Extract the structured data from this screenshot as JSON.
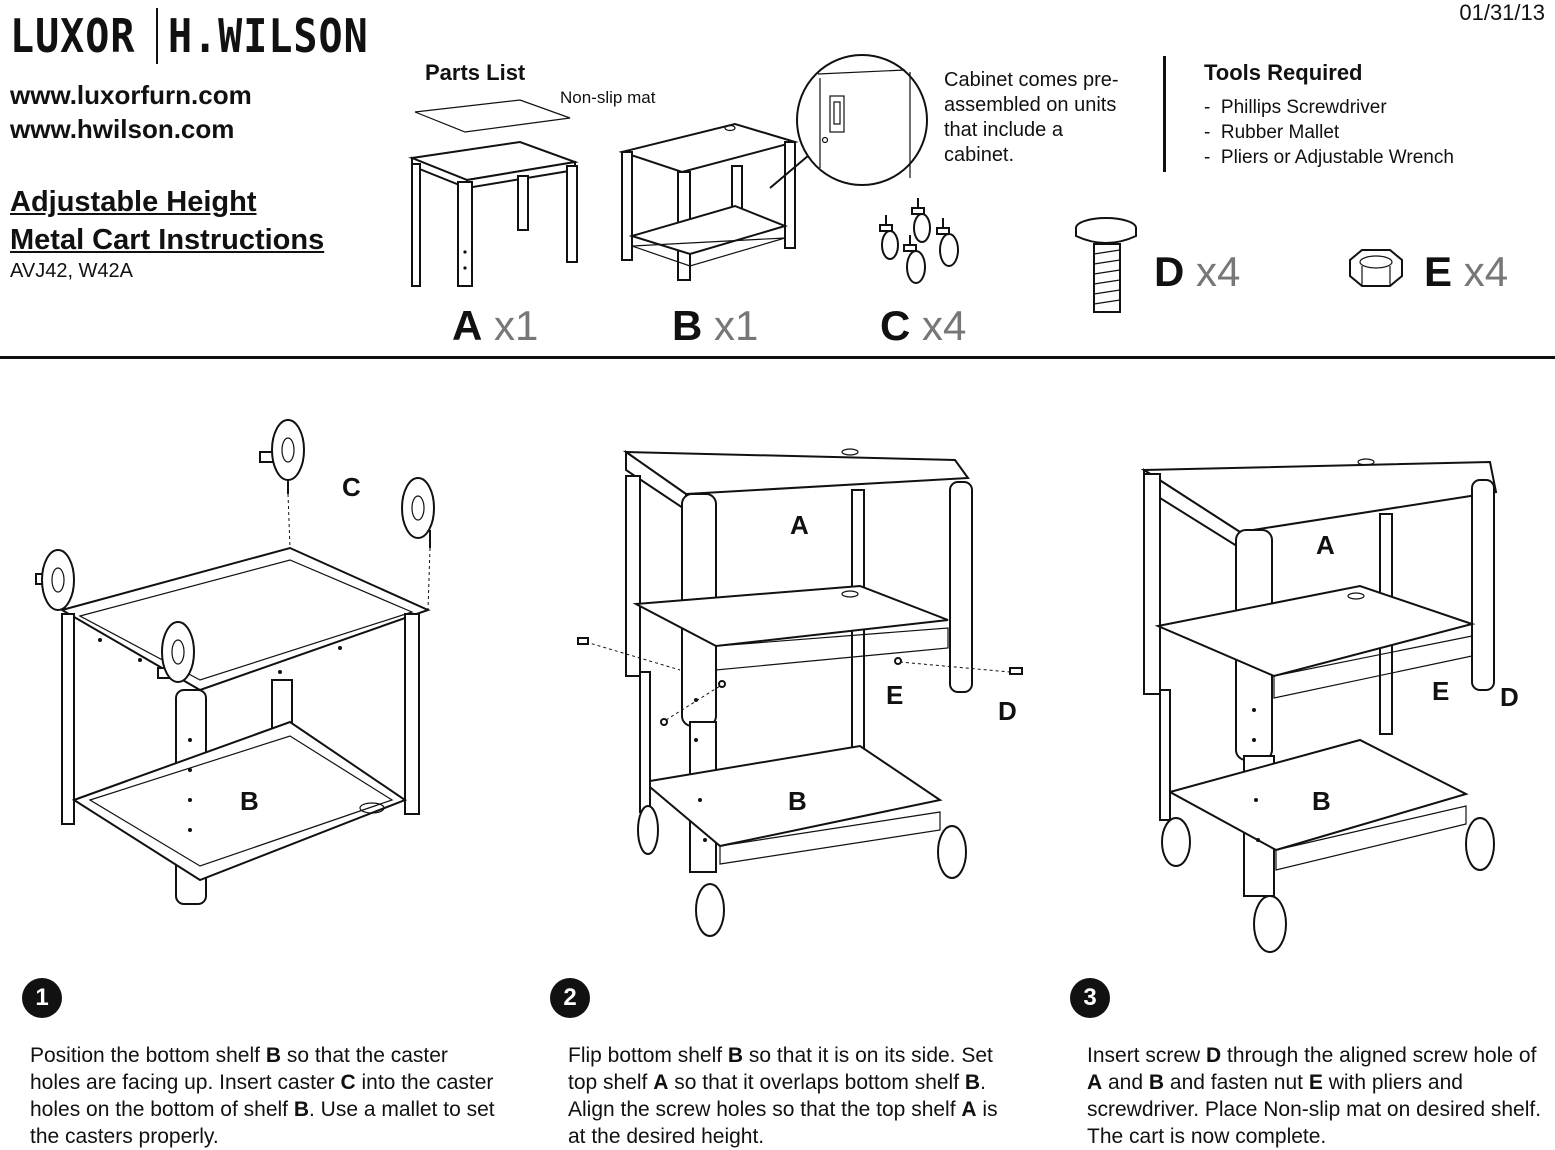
{
  "header": {
    "brand_left": "LUXOR",
    "brand_right": "H.WILSON",
    "website_1": "www.luxorfurn.com",
    "website_2": "www.hwilson.com",
    "title_line_1": "Adjustable Height",
    "title_line_2": "Metal Cart Instructions",
    "models": "AVJ42, W42A",
    "date": "01/31/13"
  },
  "parts": {
    "heading": "Parts List",
    "mat_label": "Non-slip mat",
    "cabinet_note": "Cabinet comes pre-assembled on units that include a cabinet.",
    "items": [
      {
        "letter": "A",
        "qty": "x1"
      },
      {
        "letter": "B",
        "qty": "x1"
      },
      {
        "letter": "C",
        "qty": "x4"
      },
      {
        "letter": "D",
        "qty": "x4"
      },
      {
        "letter": "E",
        "qty": "x4"
      }
    ]
  },
  "tools": {
    "heading": "Tools Required",
    "items": [
      "Phillips Screwdriver",
      "Rubber Mallet",
      "Pliers or Adjustable Wrench"
    ]
  },
  "diagram_labels": {
    "step1": {
      "c": "C",
      "b": "B"
    },
    "step2": {
      "a": "A",
      "e": "E",
      "d": "D",
      "b": "B"
    },
    "step3": {
      "a": "A",
      "e": "E",
      "d": "D",
      "b": "B"
    }
  },
  "steps": [
    {
      "number": "1",
      "parts": [
        "Position the bottom shelf ",
        "B",
        " so that the caster holes are facing up. Insert caster ",
        "C",
        " into the caster holes on the bottom of shelf ",
        "B",
        ".  Use a mallet to set the casters properly."
      ]
    },
    {
      "number": "2",
      "parts": [
        "Flip bottom shelf ",
        "B",
        " so that it is on its side. Set top shelf ",
        "A",
        " so that it overlaps bottom shelf ",
        "B",
        ". Align the screw holes so that the top shelf ",
        "A",
        " is at the desired height."
      ]
    },
    {
      "number": "3",
      "parts": [
        "Insert screw ",
        "D",
        " through the aligned screw hole of ",
        "A",
        " and ",
        "B",
        " and fasten nut ",
        "E",
        " with pliers and screwdriver. Place Non-slip mat on desired shelf. The cart is now complete."
      ]
    }
  ]
}
